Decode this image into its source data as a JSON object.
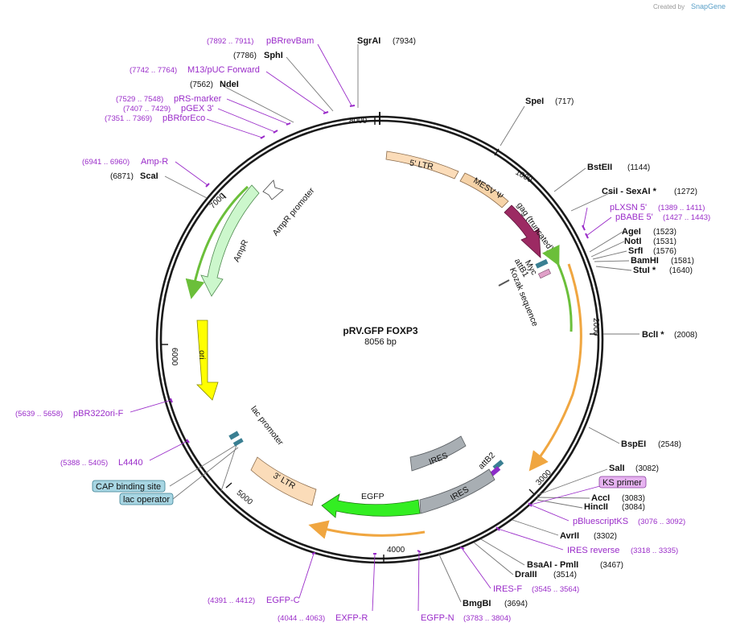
{
  "credit": {
    "prefix": "Created by",
    "brand": "SnapGene"
  },
  "plasmid": {
    "name": "pRV.GFP FOXP3",
    "size": "8056 bp"
  },
  "ticks": [
    "1000",
    "2000",
    "3000",
    "4000",
    "5000",
    "6000",
    "7000",
    "8000"
  ],
  "enzymes": {
    "sgrai": {
      "name": "SgrAI",
      "pos": "(7934)"
    },
    "sphi": {
      "name": "SphI",
      "pos": "(7786)"
    },
    "ndei": {
      "name": "NdeI",
      "pos": "(7562)"
    },
    "scai": {
      "name": "ScaI",
      "pos": "(6871)"
    },
    "spei": {
      "name": "SpeI",
      "pos": "(717)"
    },
    "bsteii": {
      "name": "BstEII",
      "pos": "(1144)"
    },
    "csii": {
      "name": "CsiI  - SexAI *",
      "pos": "(1272)"
    },
    "agei": {
      "name": "AgeI",
      "pos": "(1523)"
    },
    "noti": {
      "name": "NotI",
      "pos": "(1531)"
    },
    "srfi": {
      "name": "SrfI",
      "pos": "(1576)"
    },
    "bamhi": {
      "name": "BamHI",
      "pos": "(1581)"
    },
    "stui": {
      "name": "StuI *",
      "pos": "(1640)"
    },
    "bcli": {
      "name": "BclI *",
      "pos": "(2008)"
    },
    "bspei": {
      "name": "BspEI",
      "pos": "(2548)"
    },
    "sali": {
      "name": "SalI",
      "pos": "(3082)"
    },
    "acci": {
      "name": "AccI",
      "pos": "(3083)"
    },
    "hincii": {
      "name": "HincII",
      "pos": "(3084)"
    },
    "avrii": {
      "name": "AvrII",
      "pos": "(3302)"
    },
    "bsaai": {
      "name": "BsaAI  - PmlI",
      "pos": "(3467)"
    },
    "draiii": {
      "name": "DraIII",
      "pos": "(3514)"
    },
    "bmgbi": {
      "name": "BmgBI",
      "pos": "(3694)"
    }
  },
  "primers": {
    "pbrrevbam": {
      "name": "pBRrevBam",
      "range": "(7892 .. 7911)"
    },
    "m13puc": {
      "name": "M13/pUC Forward",
      "range": "(7742 .. 7764)"
    },
    "prsmarker": {
      "name": "pRS-marker",
      "range": "(7529 .. 7548)"
    },
    "pgex3": {
      "name": "pGEX 3'",
      "range": "(7407 .. 7429)"
    },
    "pbrforeco": {
      "name": "pBRforEco",
      "range": "(7351 .. 7369)"
    },
    "ampr": {
      "name": "Amp-R",
      "range": "(6941 .. 6960)"
    },
    "plxsn5": {
      "name": "pLXSN 5'",
      "range": "(1389 .. 1411)"
    },
    "pbabe5": {
      "name": "pBABE 5'",
      "range": "(1427 .. 1443)"
    },
    "pbluescript": {
      "name": "pBluescriptKS",
      "range": "(3076 .. 3092)"
    },
    "iresrev": {
      "name": "IRES reverse",
      "range": "(3318 .. 3335)"
    },
    "iresf": {
      "name": "IRES-F",
      "range": "(3545 .. 3564)"
    },
    "pbr322ori": {
      "name": "pBR322ori-F",
      "range": "(5639 .. 5658)"
    },
    "l4440": {
      "name": "L4440",
      "range": "(5388 .. 5405)"
    },
    "egfpc": {
      "name": "EGFP-C",
      "range": "(4391 .. 4412)"
    },
    "exfpr": {
      "name": "EXFP-R",
      "range": "(4044 .. 4063)"
    },
    "egfpn": {
      "name": "EGFP-N",
      "range": "(3783 .. 3804)"
    }
  },
  "boxed_labels": {
    "ks_primer": "KS primer",
    "cap_site": "CAP binding site",
    "lac_operator": "lac operator"
  },
  "features": {
    "ltr5": "5' LTR",
    "mesv": "MESV Ψ",
    "gag": "gag (truncated)",
    "myc": "Myc",
    "attb1": "attB1",
    "kozak": "Kozak sequence",
    "ampr_promoter": "AmpR promoter",
    "ampr": "AmpR",
    "ori": "ori",
    "lac_promoter": "lac promoter",
    "ltr3": "3' LTR",
    "egfp": "EGFP",
    "ires_inner": "IRES",
    "ires_outer": "IRES",
    "attb2": "attB2"
  },
  "colors": {
    "backbone": "#1a1a1a",
    "primer": "#9a2cc9",
    "ltr": "#fbdcb9",
    "mesv": "#f6d3a8",
    "gag": "#9c2a63",
    "ampr": "#ccf7cc",
    "ori": "#ffff00",
    "egfp": "#33ee22",
    "ires": "#a8aeb3",
    "orf_arrow_green": "#6bbf3a",
    "orf_arrow_orange": "#f0a640",
    "myc": "#3a7f92",
    "attb": "#e0a0c8",
    "box_blue": "#a8d6e3",
    "box_purple": "#e6b3f0"
  }
}
